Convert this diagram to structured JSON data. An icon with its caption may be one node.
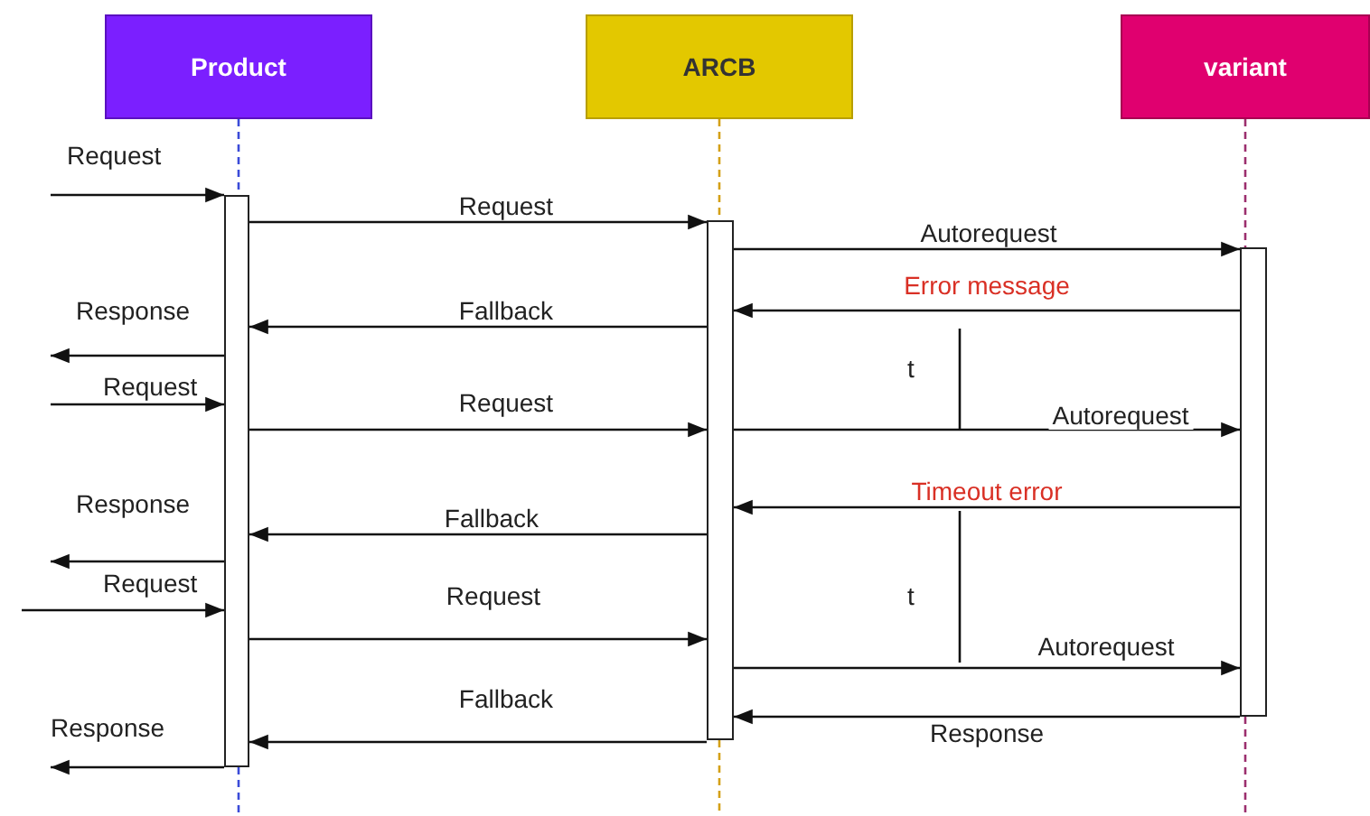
{
  "diagram": {
    "nodes": [
      {
        "text": [
          "Product"
        ]
      },
      {
        "text": [
          "ARCB"
        ]
      },
      {
        "text": [
          "variant"
        ]
      },
      {
        "text": [],
        "shape": "bar"
      },
      {
        "text": [],
        "shape": "bar"
      },
      {
        "text": [],
        "shape": "bar"
      }
    ],
    "edges": [
      {
        "from": 0,
        "to": 3,
        "arrow": "none",
        "style": "dashed",
        "color": "#3b4bd8"
      },
      {
        "from": 1,
        "to": 4,
        "arrow": "none",
        "style": "dashed",
        "color": "#d4a017"
      },
      {
        "from": 2,
        "to": 5,
        "arrow": "none",
        "style": "dashed",
        "color": "#9c2f6e"
      },
      {
        "from": null,
        "to": 3,
        "arrow": "to",
        "label": "Request"
      },
      {
        "from": 3,
        "to": 4,
        "arrow": "to",
        "label": "Request"
      },
      {
        "from": 4,
        "to": 5,
        "arrow": "to",
        "label": "Autorequest"
      },
      {
        "from": 5,
        "to": 4,
        "arrow": "to",
        "label": "Error message"
      },
      {
        "from": 4,
        "to": 3,
        "arrow": "to",
        "label": "Fallback"
      },
      {
        "from": 3,
        "to": null,
        "arrow": "to",
        "label": "Response"
      },
      {
        "from": null,
        "to": 3,
        "arrow": "to",
        "label": "Request"
      },
      {
        "from": 3,
        "to": 4,
        "arrow": "to",
        "label": "Request"
      },
      {
        "from": 4,
        "to": 5,
        "arrow": "to",
        "label": "Autorequest"
      },
      {
        "from": 5,
        "to": 4,
        "arrow": "to",
        "label": "Timeout error"
      },
      {
        "from": 4,
        "to": 3,
        "arrow": "to",
        "label": "Fallback"
      },
      {
        "from": 3,
        "to": null,
        "arrow": "to",
        "label": "Response"
      },
      {
        "from": null,
        "to": 3,
        "arrow": "to",
        "label": "Request"
      },
      {
        "from": 3,
        "to": 4,
        "arrow": "to",
        "label": "Request"
      },
      {
        "from": 4,
        "to": 5,
        "arrow": "to",
        "label": "Autorequest"
      },
      {
        "from": 5,
        "to": 4,
        "arrow": "to",
        "label": "Response"
      },
      {
        "from": 4,
        "to": 3,
        "arrow": "to",
        "label": "Fallback"
      },
      {
        "from": 3,
        "to": null,
        "arrow": "to",
        "label": "Response"
      }
    ],
    "labels": [
      "t",
      "t"
    ]
  }
}
